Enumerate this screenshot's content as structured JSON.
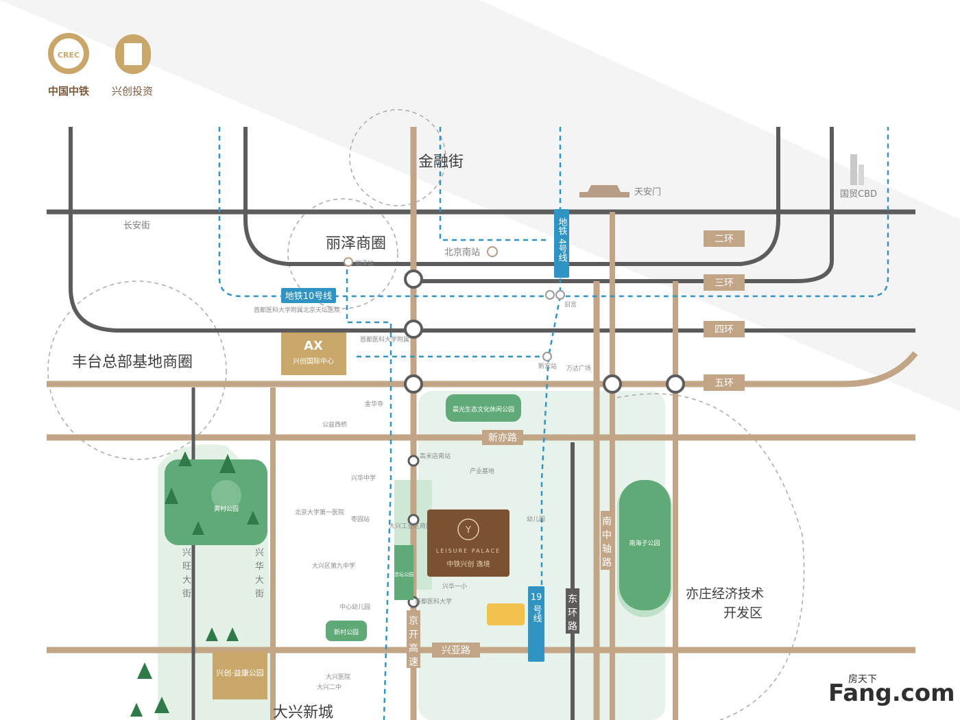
{
  "brand": {
    "left_name": "中国中铁",
    "right_name": "兴创投资",
    "logo_text": "CREC"
  },
  "areas": {
    "jinrongjie": "金融街",
    "lize": "丽泽商圈",
    "fengtai": "丰台总部基地商圈",
    "yizhuang_line1": "亦庄经济技术",
    "yizhuang_line2": "开发区",
    "daxing": "大兴新城"
  },
  "landmarks": {
    "tiananmen": "天安门",
    "cbd": "国贸CBD",
    "changanjie": "长安街",
    "beijing_south": "北京南站",
    "lize_station": "丽泽站"
  },
  "rings": {
    "r2": "二环",
    "r3": "三环",
    "r4": "四环",
    "r5": "五环"
  },
  "metro": {
    "line10": "地铁10号线",
    "line4_a": "地铁",
    "line4_b": "4号线",
    "line19_a": "19",
    "line19_b": "号线"
  },
  "roads": {
    "xinyi": "新亦路",
    "xingya": "兴亚路",
    "xingwang_1": "兴",
    "xingwang_2": "旺",
    "xingwang_3": "大",
    "xingwang_4": "街",
    "xinghua_1": "兴",
    "xinghua_2": "华",
    "xinghua_3": "大",
    "xinghua_4": "街",
    "nanzhou_1": "南",
    "nanzhou_2": "中",
    "nanzhou_3": "轴",
    "nanzhou_4": "路",
    "donghuan_1": "东",
    "donghuan_2": "环",
    "donghuan_3": "路",
    "jingkai_1": "京",
    "jingkai_2": "开",
    "jingkai_3": "高",
    "jingkai_4": "速"
  },
  "project": {
    "en_name": "LEISURE PALACE",
    "cn_name": "中铁兴创 逸境"
  },
  "hub": {
    "name": "兴创国际中心"
  },
  "parks": {
    "p1": "黄村公园",
    "p2": "南海子公园",
    "p3": "兴创·益康公园",
    "p4": "念坛公园",
    "p5": "新村公园",
    "p6": "晨光生态文化休闲公园"
  },
  "pois": {
    "a1": "首都医科大学附属北京天坛医院",
    "a2": "首都医科大学附属",
    "a3": "大兴工业区商圈",
    "a4": "产业基地",
    "a5": "高米店南站",
    "a6": "兴华中学",
    "a7": "北京大学第一医院",
    "a8": "旧宫",
    "a9": "新宫站",
    "a10": "大兴区第九中学",
    "a11": "枣园站",
    "a12": "兴华一小",
    "a13": "幼儿园",
    "a14": "大兴医院",
    "a15": "大兴二中",
    "a16": "中心幼儿园",
    "a17": "首都医科大学",
    "a18": "金华寺",
    "a19": "万达广场",
    "a20": "公益西桥"
  },
  "watermark": {
    "main": "Fang.com",
    "sub": "房天下"
  },
  "colors": {
    "ring": "#c2a587",
    "ring_dark": "#5c5c5c",
    "metro": "#2f93c4",
    "park": "#5faa77",
    "park_light": "#b7dec4",
    "project": "#7b5230"
  }
}
